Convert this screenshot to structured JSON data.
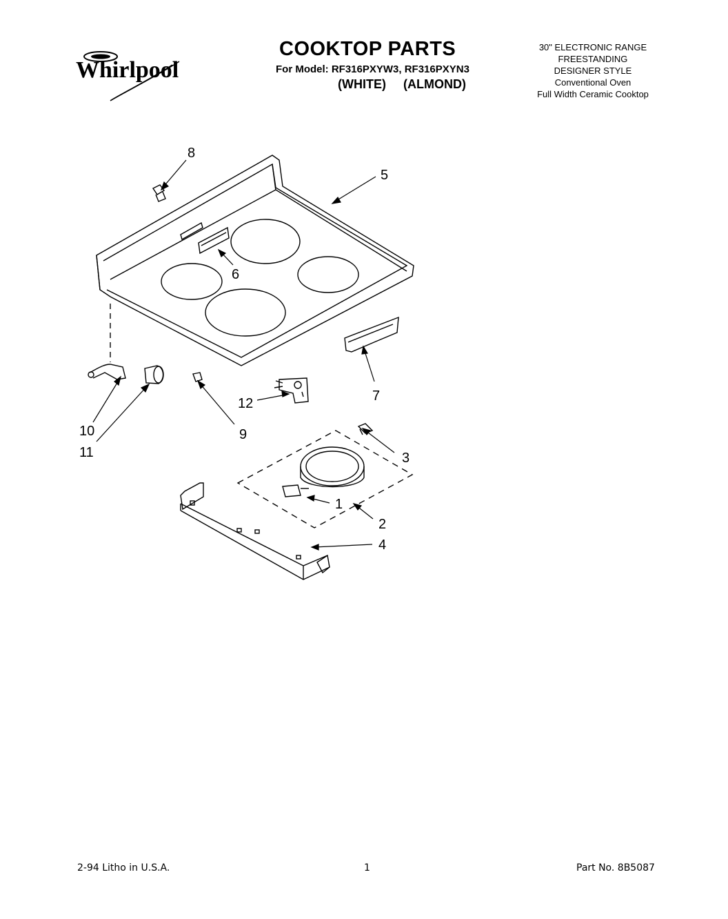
{
  "brand": {
    "logo_text": "Whirlpool"
  },
  "header": {
    "title": "COOKTOP PARTS",
    "model_line": "For Model: RF316PXYW3, RF316PXYN3",
    "colors": [
      "(WHITE)",
      "(ALMOND)"
    ]
  },
  "spec": {
    "lines": [
      "30\" ELECTRONIC RANGE",
      "FREESTANDING",
      "DESIGNER STYLE",
      "Conventional Oven",
      "Full Width Ceramic Cooktop"
    ]
  },
  "callouts": {
    "c1": "1",
    "c2": "2",
    "c3": "3",
    "c4": "4",
    "c5": "5",
    "c6": "6",
    "c7": "7",
    "c8": "8",
    "c9": "9",
    "c10": "10",
    "c11": "11",
    "c12": "12"
  },
  "footer": {
    "litho": "2-94 Litho in U.S.A.",
    "page": "1",
    "part_no": "Part No. 8B5087"
  }
}
